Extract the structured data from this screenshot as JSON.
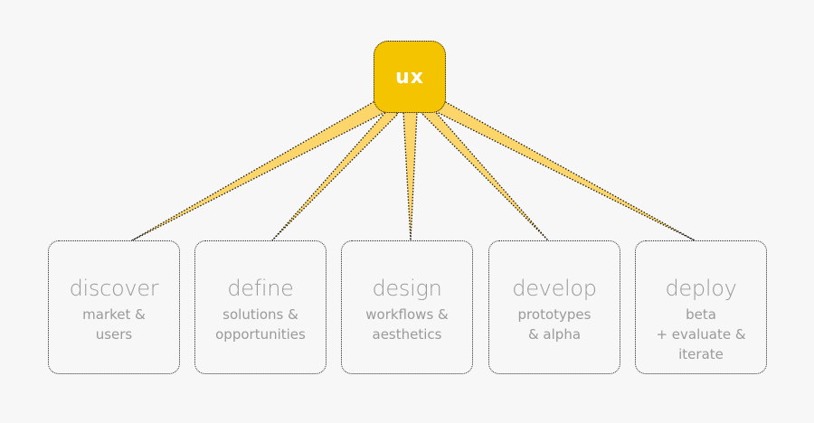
{
  "root": {
    "label": "UX",
    "color": "#f5c400"
  },
  "connector_color": "#fcd66a",
  "stages": [
    {
      "title": "discover",
      "description": "market &\nusers"
    },
    {
      "title": "define",
      "description": "solutions &\nopportunities"
    },
    {
      "title": "design",
      "description": "workflows &\naesthetics"
    },
    {
      "title": "develop",
      "description": "prototypes\n& alpha"
    },
    {
      "title": "deploy",
      "description": "beta\n+ evaluate &\niterate"
    }
  ]
}
